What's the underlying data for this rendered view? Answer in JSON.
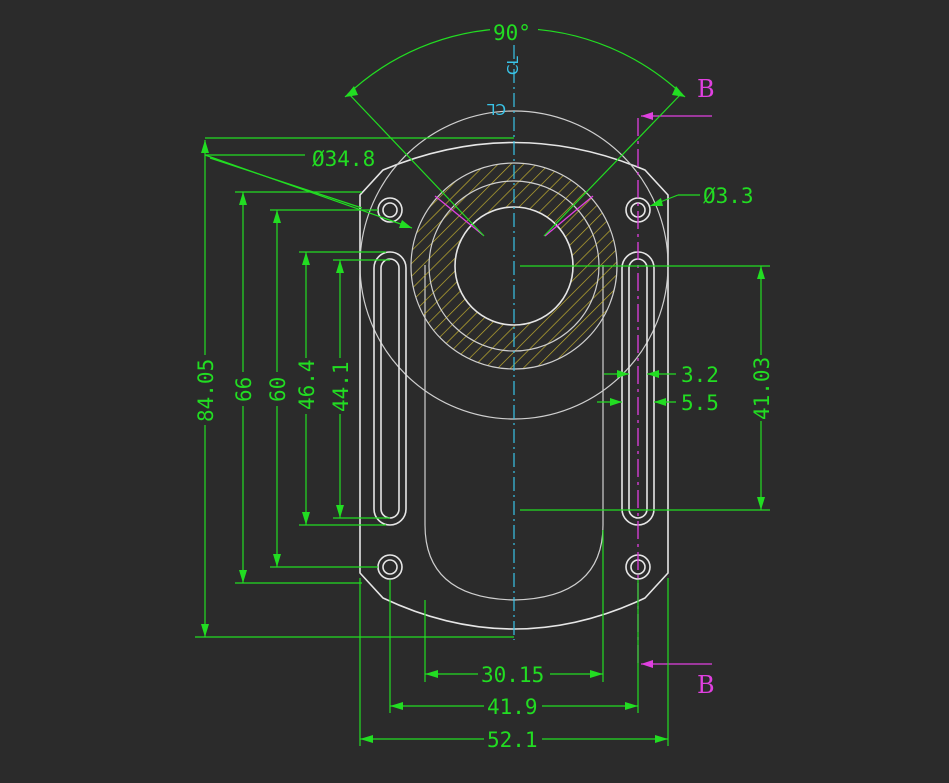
{
  "drawing": {
    "dimensions": {
      "angle": "90°",
      "dia_large": "Ø34.8",
      "dia_small": "Ø3.3",
      "height_overall": "84.05",
      "height_66": "66",
      "height_60": "60",
      "height_46_4": "46.4",
      "height_44_1": "44.1",
      "width_3_2": "3.2",
      "width_5_5": "5.5",
      "height_41_03": "41.03",
      "width_30_15": "30.15",
      "width_41_9": "41.9",
      "width_52_1": "52.1"
    },
    "center_marks": {
      "top": "CL",
      "inner": "CL"
    },
    "section_labels": {
      "top": "B",
      "bottom": "B"
    },
    "colors": {
      "background": "#2b2b2b",
      "dimension": "#22dd22",
      "outline": "#e6e6e6",
      "centerline": "#39c4e8",
      "section": "#e040e0",
      "hatch": "#c8b430"
    }
  }
}
